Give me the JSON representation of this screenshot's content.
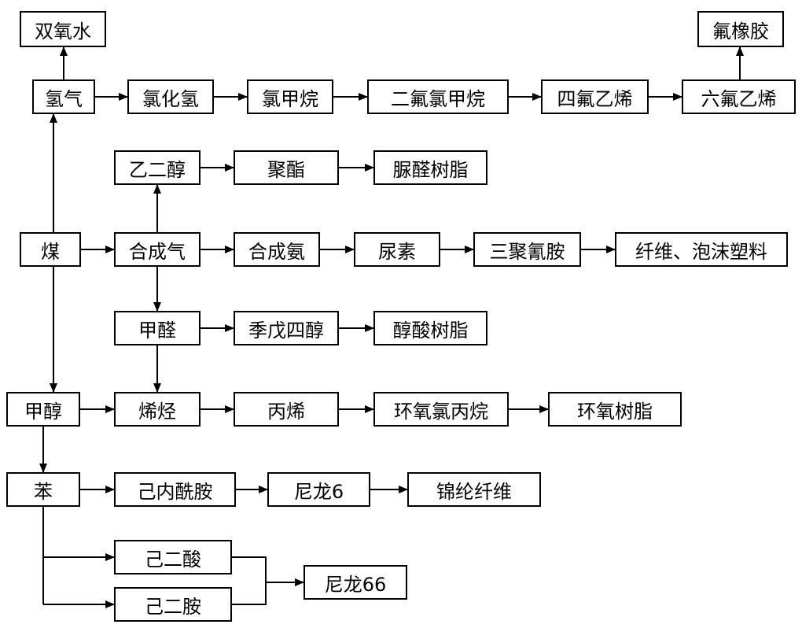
{
  "colors": {
    "line": "#000000",
    "box_border": "#000000",
    "background": "#ffffff",
    "text": "#000000"
  },
  "nodes": {
    "shuangyangshui": "双氧水",
    "fuxiangjiao": "氟橡胶",
    "qingqi": "氢气",
    "lvhuaqing": "氯化氢",
    "lvjiawan": "氯甲烷",
    "erfulvjiawan": "二氟氯甲烷",
    "sifuyixi": "四氟乙烯",
    "liufuyixi": "六氟乙烯",
    "yierchun": "乙二醇",
    "juzhi": "聚酯",
    "niaoquanshuzhi": "脲醛树脂",
    "mei": "煤",
    "hechengqi": "合成气",
    "hechengan": "合成氨",
    "niaosu": "尿素",
    "sanjuqingan": "三聚氰胺",
    "xianweipaomo": "纤维、泡沫塑料",
    "jiaquan": "甲醛",
    "jiwusichun": "季戊四醇",
    "chunsuanshuzhi": "醇酸树脂",
    "jiachun": "甲醇",
    "xiting": "烯烃",
    "bingxi": "丙烯",
    "huanyanglvbingwan": "环氧氯丙烷",
    "huanyangshuzhi": "环氧树脂",
    "ben": "苯",
    "jineixianan": "己内酰胺",
    "nilong6": "尼龙6",
    "jinlunxianwei": "锦纶纤维",
    "jiersuan": "己二酸",
    "jieran": "己二胺",
    "nilong66": "尼龙66"
  }
}
